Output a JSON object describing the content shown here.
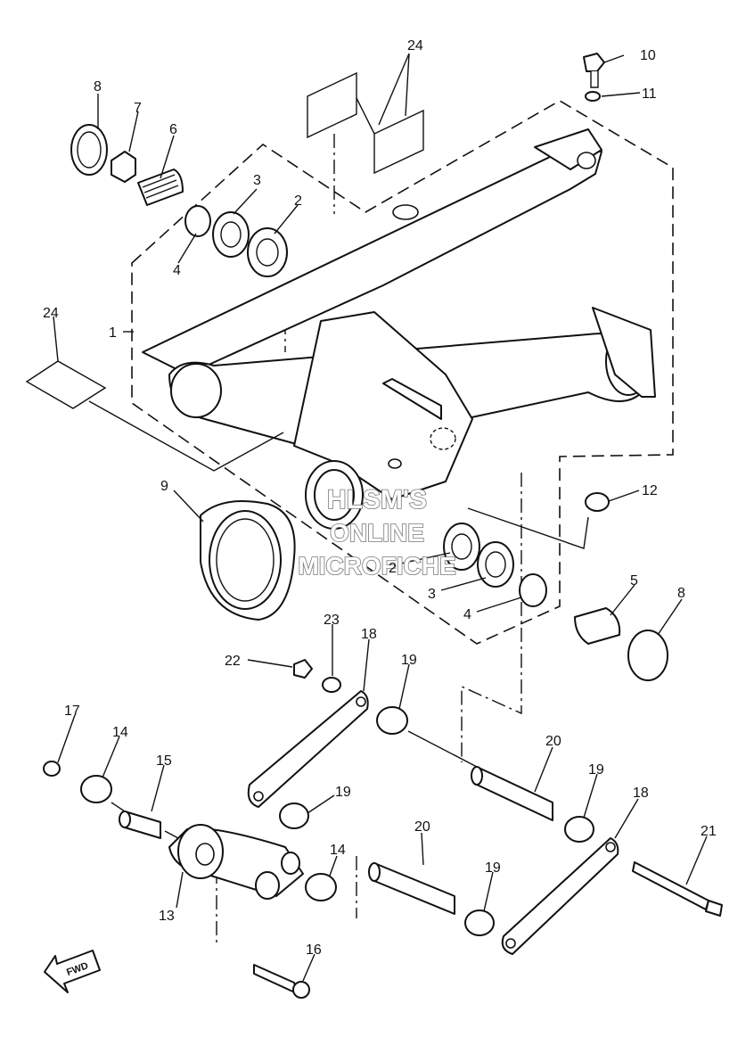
{
  "callouts": {
    "c1": "1",
    "c2a": "2",
    "c2b": "2",
    "c3a": "3",
    "c3b": "3",
    "c4a": "4",
    "c4b": "4",
    "c5": "5",
    "c6": "6",
    "c7": "7",
    "c8a": "8",
    "c8b": "8",
    "c9": "9",
    "c10": "10",
    "c11": "11",
    "c12": "12",
    "c13": "13",
    "c14a": "14",
    "c14b": "14",
    "c15": "15",
    "c16": "16",
    "c17": "17",
    "c18a": "18",
    "c18b": "18",
    "c19a": "19",
    "c19b": "19",
    "c19c": "19",
    "c19d": "19",
    "c20a": "20",
    "c20b": "20",
    "c21": "21",
    "c22": "22",
    "c23": "23",
    "c24a": "24",
    "c24b": "24"
  },
  "watermark": {
    "line1": "HLSM'S",
    "line2": "ONLINE",
    "line3": "MICROFICHE"
  },
  "direction_label": "FWD"
}
